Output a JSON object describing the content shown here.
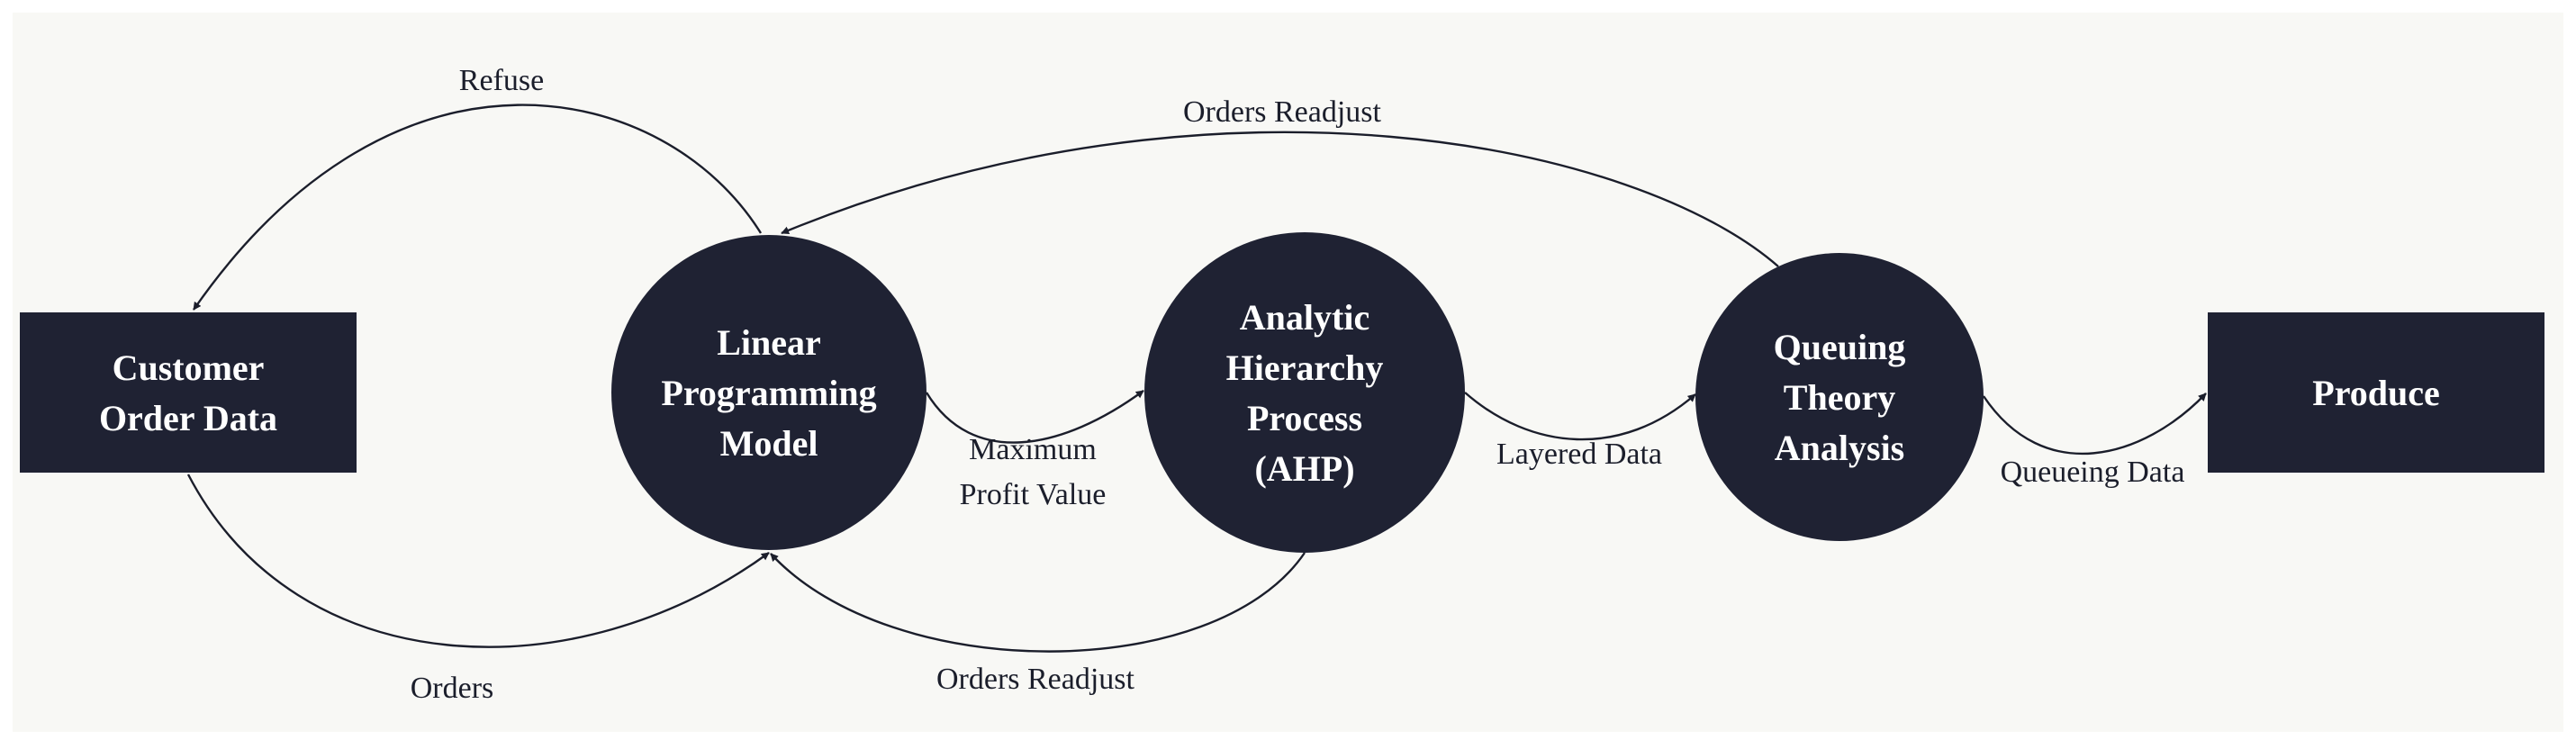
{
  "colors": {
    "canvas": "#f8f8f5",
    "node_fill": "#1f2233",
    "node_text": "#ffffff",
    "edge": "#1b1e2b",
    "label_text": "#1b1e2b"
  },
  "nodes": {
    "customer_order_data": {
      "shape": "rectangle",
      "lines": [
        "Customer",
        "Order Data"
      ]
    },
    "linear_programming_model": {
      "shape": "circle",
      "lines": [
        "Linear",
        "Programming",
        "Model"
      ]
    },
    "analytic_hierarchy_process": {
      "shape": "circle",
      "lines": [
        "Analytic",
        "Hierarchy",
        "Process",
        "(AHP)"
      ]
    },
    "queuing_theory_analysis": {
      "shape": "circle",
      "lines": [
        "Queuing",
        "Theory",
        "Analysis"
      ]
    },
    "produce": {
      "shape": "rectangle",
      "lines": [
        "Produce"
      ]
    }
  },
  "edges": [
    {
      "id": "refuse",
      "from": "linear_programming_model",
      "to": "customer_order_data",
      "lines": [
        "Refuse"
      ]
    },
    {
      "id": "orders",
      "from": "customer_order_data",
      "to": "linear_programming_model",
      "lines": [
        "Orders"
      ]
    },
    {
      "id": "maximum_profit_value",
      "from": "linear_programming_model",
      "to": "analytic_hierarchy_process",
      "lines": [
        "Maximum",
        "Profit Value"
      ]
    },
    {
      "id": "orders_readjust_ahp",
      "from": "analytic_hierarchy_process",
      "to": "linear_programming_model",
      "lines": [
        "Orders Readjust"
      ]
    },
    {
      "id": "layered_data",
      "from": "analytic_hierarchy_process",
      "to": "queuing_theory_analysis",
      "lines": [
        "Layered Data"
      ]
    },
    {
      "id": "orders_readjust_queuing",
      "from": "queuing_theory_analysis",
      "to": "linear_programming_model",
      "lines": [
        "Orders Readjust"
      ]
    },
    {
      "id": "queueing_data",
      "from": "queuing_theory_analysis",
      "to": "produce",
      "lines": [
        "Queueing Data"
      ]
    }
  ]
}
